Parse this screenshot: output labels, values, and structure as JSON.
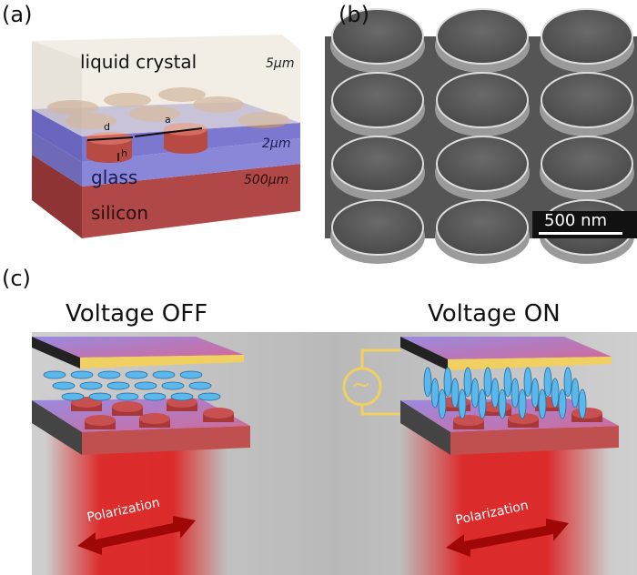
{
  "panel_a": {
    "label": "(a)",
    "layer_lc": "liquid crystal",
    "thick_lc": "5μm",
    "dim_d": "d",
    "dim_a": "a",
    "dim_h": "h",
    "thick_glass_layer": "2μm",
    "layer_glass": "glass",
    "thick_silicon": "500μm",
    "layer_silicon": "silicon",
    "colors": {
      "lc": "#e8e0d2",
      "glass": "#8a86d8",
      "silicon": "#b04848",
      "pillar": "#c8584f"
    }
  },
  "panel_b": {
    "label": "(b)",
    "scale_bar": "500 nm"
  },
  "panel_c": {
    "label": "(c)",
    "title_off": "Voltage OFF",
    "title_on": "Voltage ON",
    "polarization_off": "Polarization",
    "polarization_on": "Polarization",
    "ac_symbol": "~",
    "colors": {
      "beam": "#e01010",
      "lc_molecule": "#4ab0e8",
      "wire": "#f0d060"
    }
  }
}
